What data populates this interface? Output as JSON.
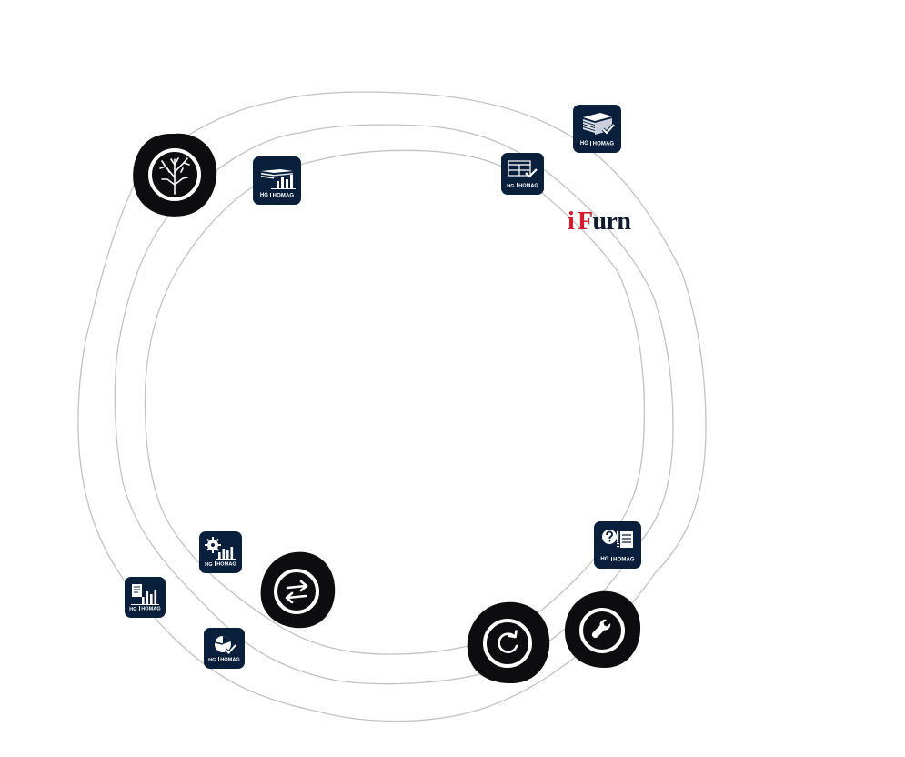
{
  "brand": {
    "tile_color": "#0a1f3c",
    "blob_color": "#0d0d0f",
    "ring_color": "#c2c2c2",
    "logo_red": "#d41a2d",
    "logo_dark": "#111b2d"
  },
  "tile_caption": {
    "mark": "HG",
    "name": "HOMAG"
  },
  "ifurn_logo": {
    "i": "i",
    "f": "F",
    "rest": "urn"
  },
  "apps": [
    {
      "id": "material-analytics",
      "icon": "material-stack-bar-chart-icon"
    },
    {
      "id": "storage-check",
      "icon": "storage-checkmark-icon"
    },
    {
      "id": "stack-check",
      "icon": "panel-stack-checkmark-icon"
    },
    {
      "id": "saw-analytics",
      "icon": "saw-blade-bar-chart-icon"
    },
    {
      "id": "report-analytics",
      "icon": "document-bar-chart-icon"
    },
    {
      "id": "pie-check",
      "icon": "pie-chart-checkmark-icon"
    },
    {
      "id": "help-checklist",
      "icon": "question-checklist-icon"
    }
  ],
  "hubs": [
    {
      "id": "tree",
      "icon": "tree-icon"
    },
    {
      "id": "exchange",
      "icon": "swap-arrows-icon"
    },
    {
      "id": "refresh",
      "icon": "refresh-icon"
    },
    {
      "id": "service",
      "icon": "wrench-icon"
    }
  ]
}
